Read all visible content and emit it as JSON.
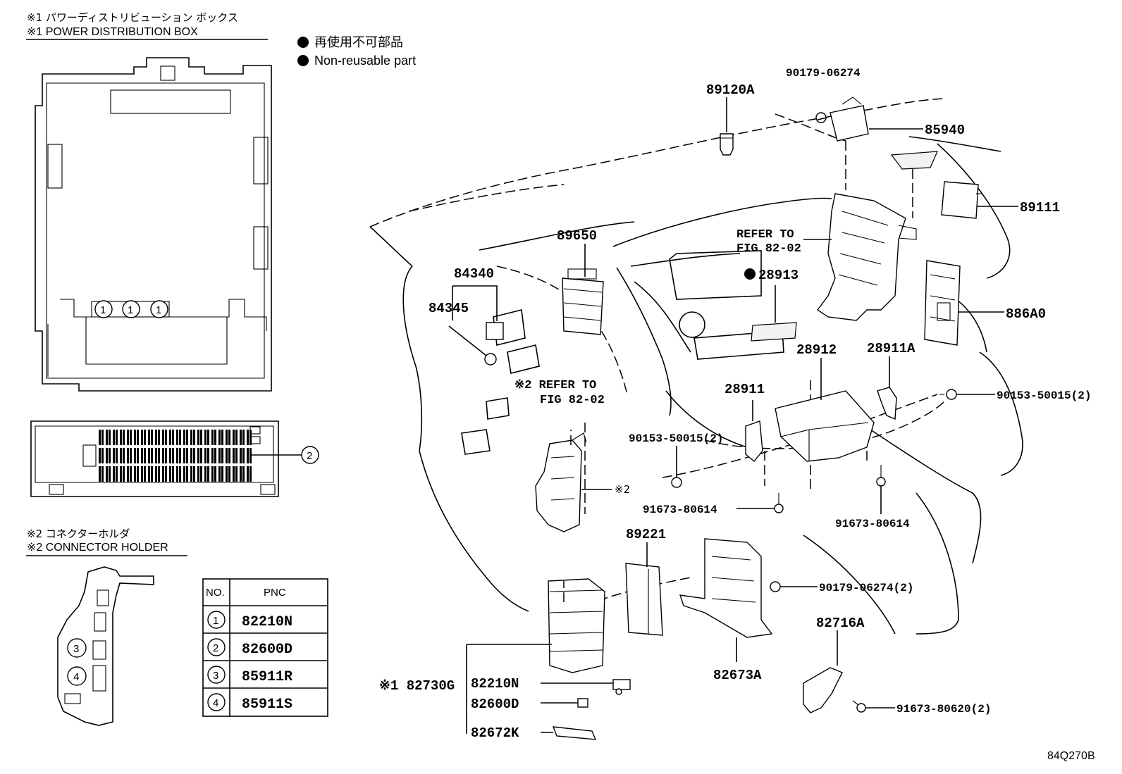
{
  "notes": {
    "pdb_jp": "※1  パワーディストリビューション ボックス",
    "pdb_en": "※1  POWER DISTRIBUTION BOX",
    "ch_jp": "※2 コネクターホルダ",
    "ch_en": "※2 CONNECTOR HOLDER",
    "callout_1": "1",
    "callout_2": "2",
    "callout_3": "3",
    "callout_4": "4"
  },
  "legend": {
    "jp": "再使用不可部品",
    "en": "Non-reusable part"
  },
  "table": {
    "headers": [
      "NO.",
      "PNC"
    ],
    "rows": [
      {
        "no": "1",
        "pnc": "82210N"
      },
      {
        "no": "2",
        "pnc": "82600D"
      },
      {
        "no": "3",
        "pnc": "85911R"
      },
      {
        "no": "4",
        "pnc": "85911S"
      }
    ]
  },
  "labels": {
    "p89120A": "89120A",
    "p90179_06274": "90179-06274",
    "p85940": "85940",
    "p89111": "89111",
    "p886A0": "886A0",
    "p89650": "89650",
    "ref_fig_1a": "REFER TO",
    "ref_fig_1b": "FIG 82-02",
    "p28913": "28913",
    "p84340": "84340",
    "p84345": "84345",
    "p28912": "28912",
    "p28911A": "28911A",
    "ref_fig_2a": "※2 REFER TO",
    "ref_fig_2b": "FIG 82-02",
    "p28911": "28911",
    "p90153_50015_2a": "90153-50015(2)",
    "p90153_50015_2b": "90153-50015(2)",
    "mark2": "※2",
    "p91673_80614a": "91673-80614",
    "p91673_80614b": "91673-80614",
    "p89221": "89221",
    "p90179_06274_2": "90179-06274(2)",
    "p82716A": "82716A",
    "p82673A": "82673A",
    "p82730G": "※1 82730G",
    "p82210N": "82210N",
    "p82600D": "82600D",
    "p82672K": "82672K",
    "p91673_80620_2": "91673-80620(2)",
    "fig_code": "84Q270B"
  }
}
